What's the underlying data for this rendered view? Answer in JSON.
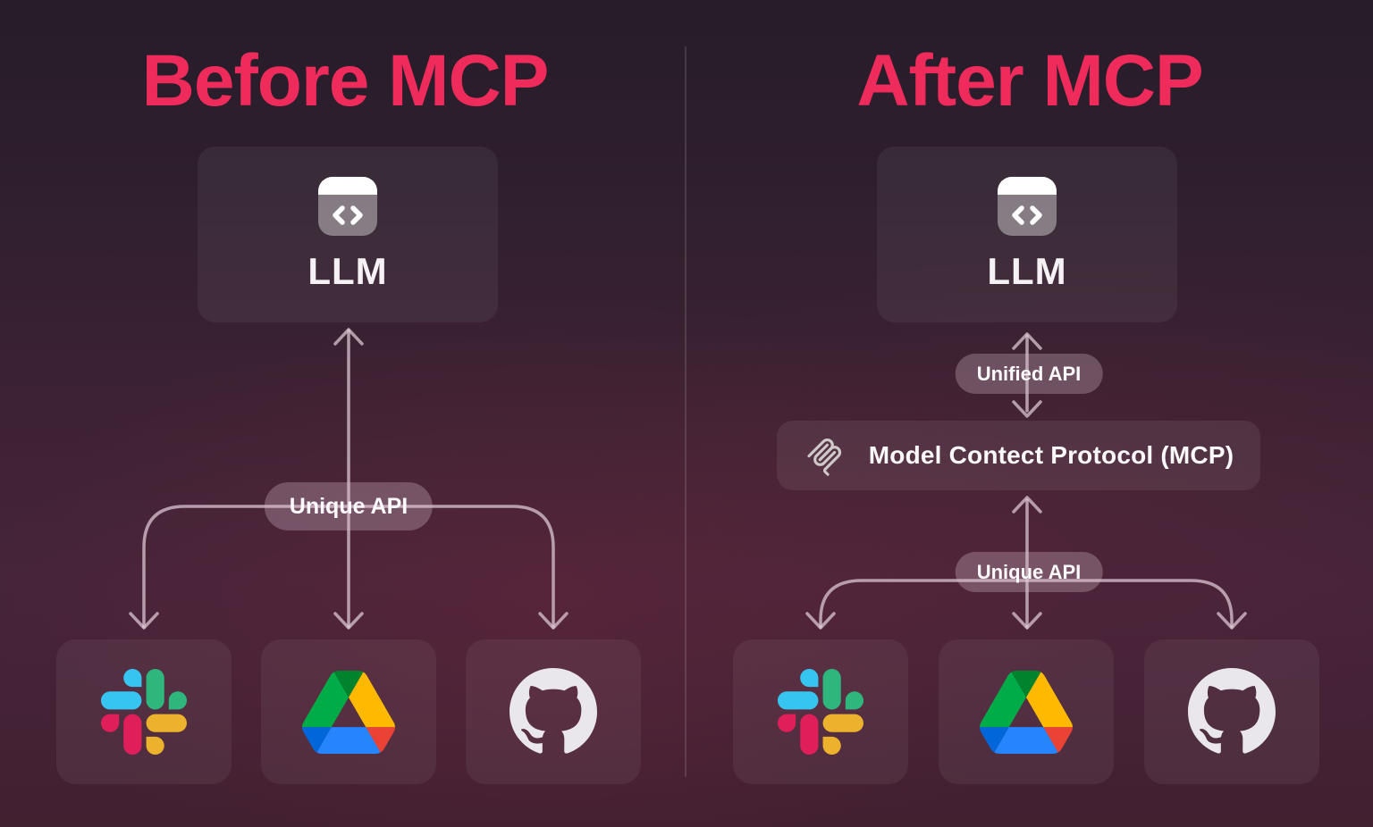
{
  "before": {
    "title": "Before MCP",
    "llm": {
      "label": "LLM",
      "icon": "code-window-icon"
    },
    "api_pill": "Unique API",
    "services": [
      {
        "name": "Slack",
        "icon": "slack-icon"
      },
      {
        "name": "Google Drive",
        "icon": "google-drive-icon"
      },
      {
        "name": "GitHub",
        "icon": "github-icon"
      }
    ]
  },
  "after": {
    "title": "After MCP",
    "llm": {
      "label": "LLM",
      "icon": "code-window-icon"
    },
    "unified_api_pill": "Unified API",
    "mcp_box": {
      "label": "Model Contect Protocol (MCP)",
      "icon": "mcp-logo-icon"
    },
    "unique_api_pill": "Unique API",
    "services": [
      {
        "name": "Slack",
        "icon": "slack-icon"
      },
      {
        "name": "Google Drive",
        "icon": "google-drive-icon"
      },
      {
        "name": "GitHub",
        "icon": "github-icon"
      }
    ]
  },
  "colors": {
    "title_accent": "#ee2b5b",
    "arrow": "#e0ccda",
    "background_top": "#271c2a",
    "background_bottom": "#412030",
    "pill_background": "rgba(219,192,210,0.30)",
    "slack": {
      "blue": "#36c5f0",
      "green": "#2eb67d",
      "yellow": "#ecb22e",
      "red": "#e01e5a"
    },
    "google_drive": {
      "blue": "#0066da",
      "green": "#00ac47",
      "dark_green": "#00832d",
      "light_blue": "#2684fc",
      "yellow": "#ffba00",
      "red": "#ea4335"
    },
    "github_mark": "#e9e7ec"
  }
}
